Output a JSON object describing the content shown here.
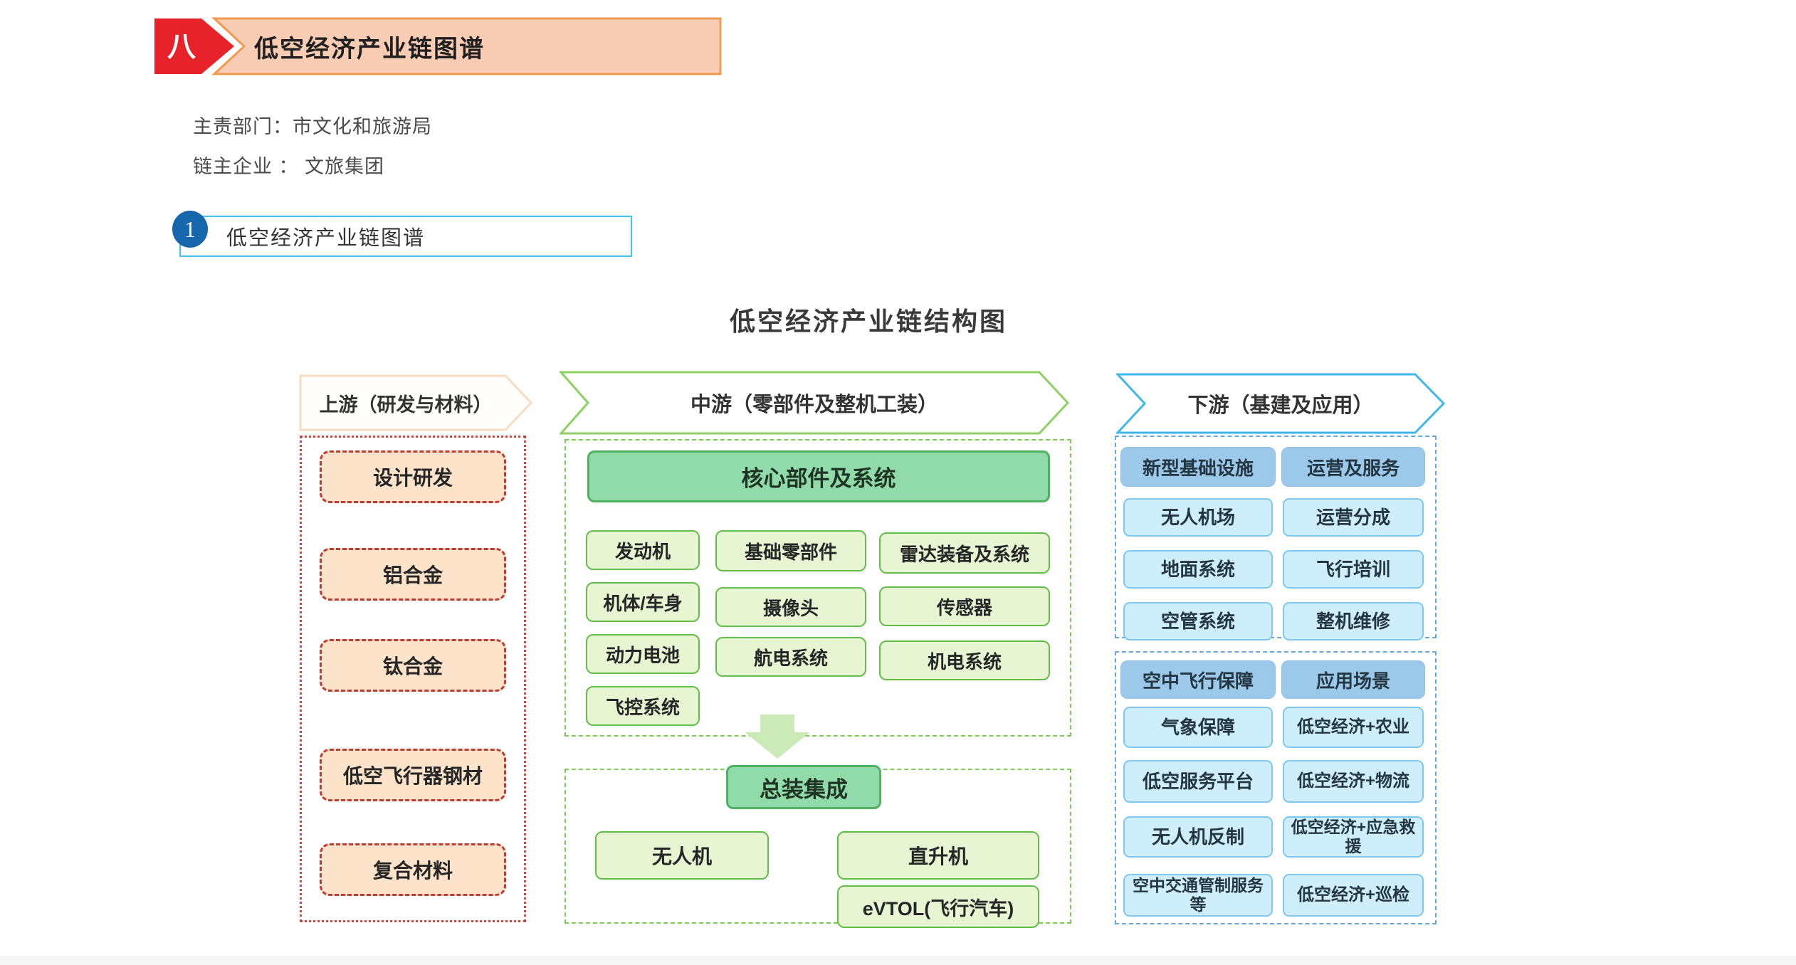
{
  "header": {
    "badge": "八",
    "title": "低空经济产业链图谱"
  },
  "meta": {
    "department": "主责部门：市文化和旅游局",
    "chain_leader": "链主企业 ： 文旅集团"
  },
  "section1": {
    "number": "1",
    "title": "低空经济产业链图谱"
  },
  "diagram": {
    "title": "低空经济产业链结构图",
    "upstream": {
      "label": "上游（研发与材料）",
      "items": [
        "设计研发",
        "铝合金",
        "钛合金",
        "低空飞行器钢材",
        "复合材料"
      ]
    },
    "midstream": {
      "label": "中游（零部件及整机工装）",
      "core": {
        "header": "核心部件及系统",
        "row1": [
          "发动机",
          "基础零部件",
          "雷达装备及系统"
        ],
        "row2": [
          "机体/车身",
          "摄像头",
          "传感器"
        ],
        "row3": [
          "动力电池",
          "航电系统",
          "机电系统"
        ],
        "row4": [
          "飞控系统"
        ]
      },
      "assembly": {
        "header": "总装集成",
        "items": [
          "无人机",
          "直升机",
          "eVTOL(飞行汽车)"
        ]
      }
    },
    "downstream": {
      "label": "下游（基建及应用）",
      "infrastructure": {
        "headers": [
          "新型基础设施",
          "运营及服务"
        ],
        "col1": [
          "无人机场",
          "地面系统",
          "空管系统"
        ],
        "col2": [
          "运营分成",
          "飞行培训",
          "整机维修"
        ]
      },
      "support": {
        "headers": [
          "空中飞行保障",
          "应用场景"
        ],
        "col1": [
          "气象保障",
          "低空服务平台",
          "无人机反制",
          "空中交通管制服务等"
        ],
        "col2": [
          "低空经济+农业",
          "低空经济+物流",
          "低空经济+应急救援",
          "低空经济+巡检"
        ]
      }
    }
  },
  "colors": {
    "badge_red": "#E8222B",
    "banner_fill": "#F9CDB4",
    "banner_border": "#EF9A4F",
    "section_circle_blue": "#1566AB",
    "section_box_border": "#45C2F1",
    "upstream_fill": "#FDE3CA",
    "upstream_border": "#BE3B33",
    "midstream_header_fill": "#91DAAA",
    "midstream_item_fill": "#E7F5D3",
    "midstream_border": "#63BE49",
    "downstream_header_fill": "#9CC9E9",
    "downstream_item_fill": "#CFEEFC",
    "downstream_border": "#6AA7DD"
  }
}
